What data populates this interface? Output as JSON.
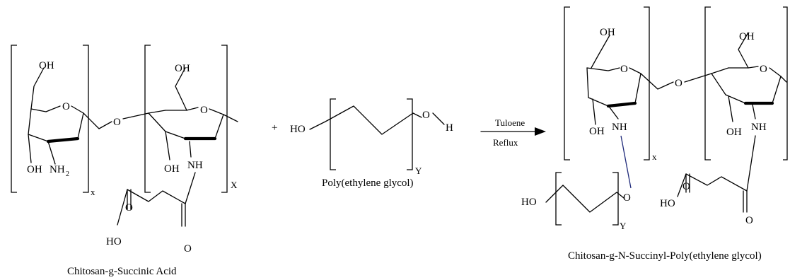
{
  "reactant1": {
    "name": "Chitosan-g-Succinic Acid",
    "atoms": {
      "oh": "OH",
      "o": "O",
      "nh2": "NH",
      "nh2_sub": "2",
      "nh": "NH",
      "ho": "HO"
    },
    "subscripts": {
      "x1": "x",
      "x2": "X"
    }
  },
  "plus": "+",
  "reactant2": {
    "name": "Poly(ethylene glycol)",
    "atoms": {
      "ho": "HO",
      "o": "O",
      "h": "H"
    },
    "subscript": "Y"
  },
  "conditions": {
    "solvent": "Tuloene",
    "process": "Reflux"
  },
  "product": {
    "name": "Chitosan-g-N-Succinyl-Poly(ethylene glycol)",
    "atoms": {
      "oh": "OH",
      "o": "O",
      "nh": "NH",
      "ho": "HO"
    },
    "subscripts": {
      "x": "x",
      "y": "Y"
    }
  },
  "colors": {
    "ink": "#000000",
    "link_bond": "#1f2a7a",
    "background": "#ffffff"
  }
}
